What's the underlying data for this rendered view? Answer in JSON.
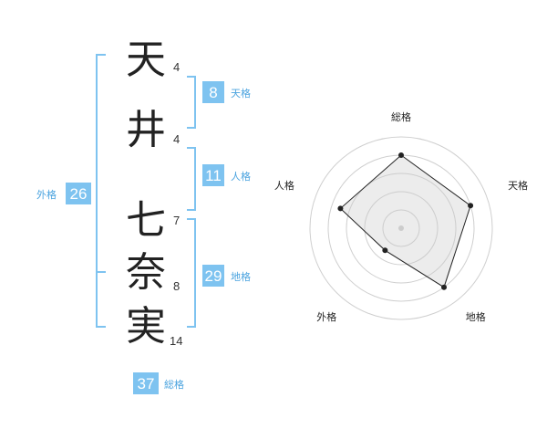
{
  "name": {
    "characters": [
      {
        "char": "天",
        "strokes": "4"
      },
      {
        "char": "井",
        "strokes": "4"
      },
      {
        "char": "七",
        "strokes": "7"
      },
      {
        "char": "奈",
        "strokes": "8"
      },
      {
        "char": "実",
        "strokes": "14"
      }
    ]
  },
  "fortunes": {
    "tenkaku": {
      "value": "8",
      "label": "天格"
    },
    "jinkaku": {
      "value": "11",
      "label": "人格"
    },
    "chikaku": {
      "value": "29",
      "label": "地格"
    },
    "gaikaku": {
      "value": "26",
      "label": "外格"
    },
    "soukaku": {
      "value": "37",
      "label": "総格"
    }
  },
  "colors": {
    "accent": "#7ec3f0",
    "label": "#4aa3df"
  },
  "chart_data": {
    "type": "radar",
    "axes": [
      "総格",
      "天格",
      "地格",
      "外格",
      "人格"
    ],
    "values": [
      4,
      4,
      4,
      1.5,
      3.5
    ],
    "max": 5
  }
}
